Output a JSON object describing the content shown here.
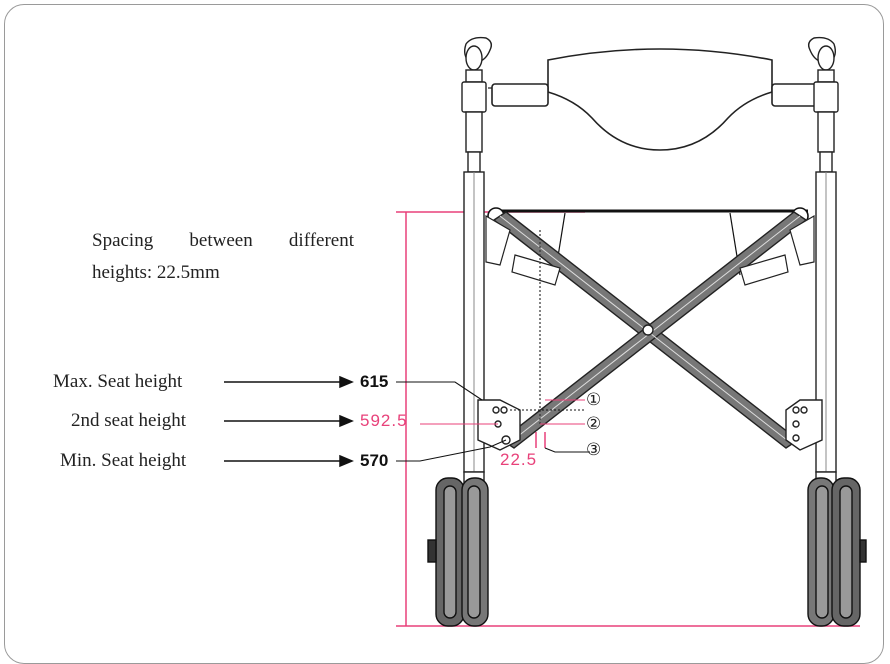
{
  "note": {
    "line1": "Spacing between different",
    "line2": "heights: 22.5mm"
  },
  "labels": {
    "max": "Max. Seat height",
    "second": "2nd seat height",
    "min": "Min. Seat height"
  },
  "values": {
    "max": "615",
    "second": "592.5",
    "min": "570",
    "spacing": "22.5"
  },
  "markers": {
    "one": "①",
    "two": "②",
    "three": "③"
  },
  "colors": {
    "accent": "#e8417a",
    "line": "#111111",
    "frame_tube": "#555555"
  }
}
